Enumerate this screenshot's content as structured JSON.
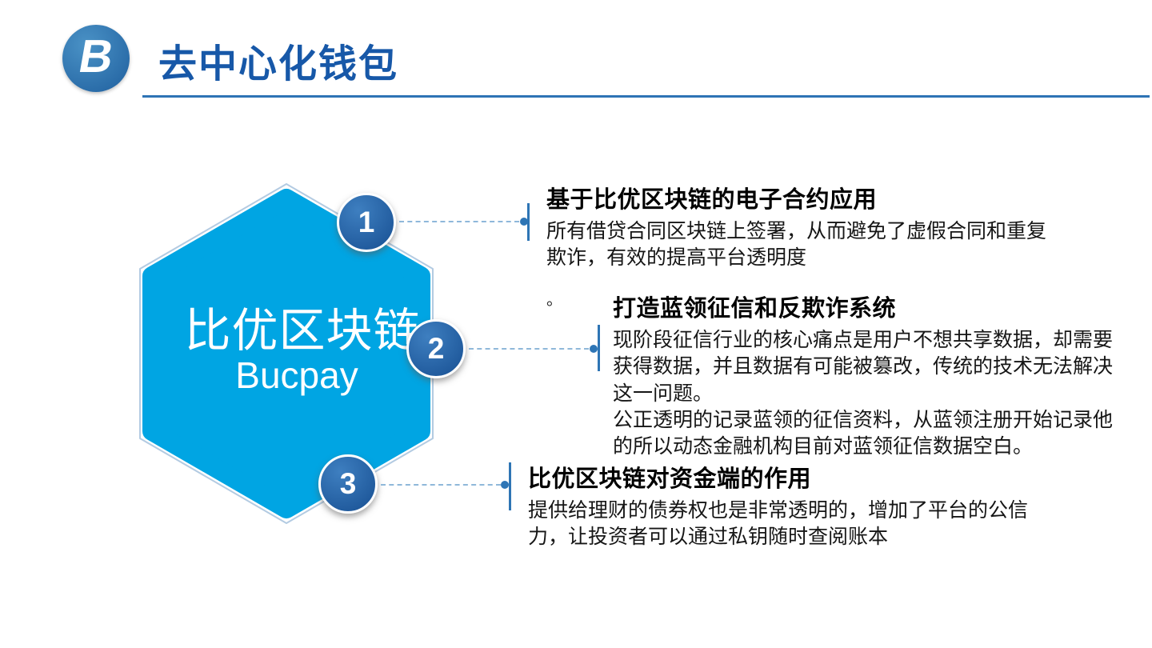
{
  "header": {
    "logo_letter": "B",
    "title": "去中心化钱包"
  },
  "hexagon": {
    "title": "比优区块链",
    "subtitle": "Bucpay"
  },
  "points": [
    {
      "number": "1",
      "title": "基于比优区块链的电子合约应用",
      "body": "所有借贷合同区块链上签署，从而避免了虚假合同和重复\n欺诈，有效的提高平台透明度"
    },
    {
      "number": "2",
      "title": "打造蓝领征信和反欺诈系统",
      "body": "现阶段征信行业的核心痛点是用户不想共享数据，却需要\n获得数据，并且数据有可能被篡改，传统的技术无法解决\n这一问题。\n公正透明的记录蓝领的征信资料，从蓝领注册开始记录他\n的所以动态金融机构目前对蓝领征信数据空白。"
    },
    {
      "number": "3",
      "title": "比优区块链对资金端的作用",
      "body": "提供给理财的债券权也是非常透明的，增加了平台的公信\n力，让投资者可以通过私钥随时查阅账本"
    }
  ],
  "stray_mark": "。",
  "colors": {
    "title_blue": "#1758A8",
    "rule_blue": "#2E74B5",
    "hexagon_cyan": "#00A5E3",
    "circle_blue": "#174F92",
    "connector_blue": "#2E75B5",
    "dash_blue": "#8FB8DA"
  }
}
